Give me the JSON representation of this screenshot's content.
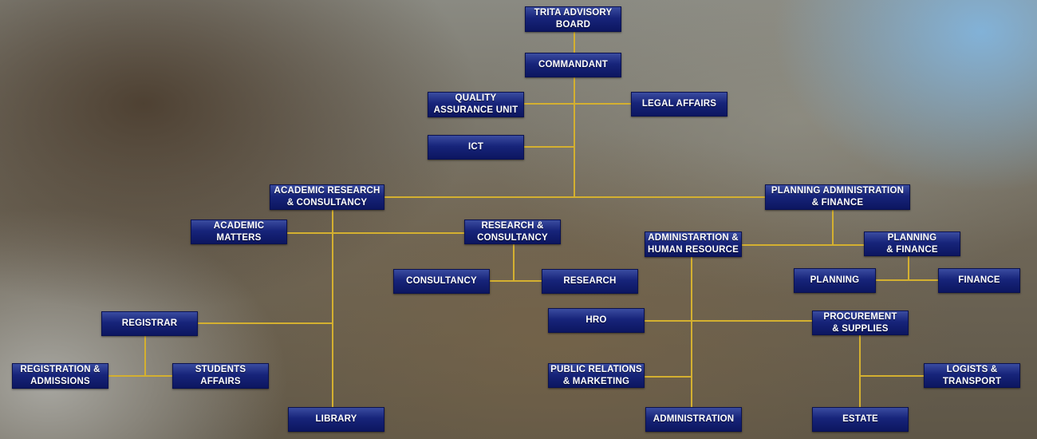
{
  "line_color": "#d4b030",
  "box_color": "#16237a",
  "nodes": {
    "advisory_board": "TRITA ADVISORY\nBOARD",
    "commandant": "COMMANDANT",
    "quality_assurance": "QUALITY\nASSURANCE UNIT",
    "legal_affairs": "LEGAL AFFAIRS",
    "ict": "ICT",
    "academic_research": "ACADEMIC RESEARCH\n& CONSULTANCY",
    "planning_admin_finance": "PLANNING ADMINISTRATION\n& FINANCE",
    "academic_matters": "ACADEMIC\nMATTERS",
    "research_consultancy": "RESEARCH &\nCONSULTANCY",
    "admin_hr": "ADMINISTARTION &\nHUMAN RESOURCE",
    "planning_finance": "PLANNING\n& FINANCE",
    "consultancy": "CONSULTANCY",
    "research": "RESEARCH",
    "planning": "PLANNING",
    "finance": "FINANCE",
    "registrar": "REGISTRAR",
    "hro": "HRO",
    "procurement": "PROCUREMENT\n& SUPPLIES",
    "registration": "REGISTRATION &\nADMISSIONS",
    "students_affairs": "STUDENTS\nAFFAIRS",
    "public_relations": "PUBLIC RELATIONS\n& MARKETING",
    "logistics": "LOGISTS &\nTRANSPORT",
    "library": "LIBRARY",
    "administration": "ADMINISTRATION",
    "estate": "ESTATE"
  }
}
